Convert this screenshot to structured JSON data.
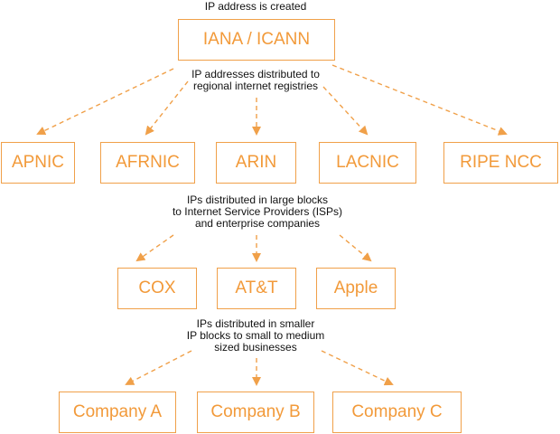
{
  "notes": {
    "created": "IP address is created",
    "rir": [
      "IP addresses distributed to",
      "regional internet registries"
    ],
    "isp": [
      "IPs distributed in large blocks",
      "to Internet Service Providers (ISPs)",
      "and enterprise companies"
    ],
    "small": [
      "IPs distributed in smaller",
      "IP blocks to small to medium",
      "sized businesses"
    ]
  },
  "nodes": {
    "root": "IANA / ICANN",
    "registries": [
      "APNIC",
      "AFRNIC",
      "ARIN",
      "LACNIC",
      "RIPE NCC"
    ],
    "providers": [
      "COX",
      "AT&T",
      "Apple"
    ],
    "companies": [
      "Company A",
      "Company B",
      "Company C"
    ]
  },
  "colors": {
    "accent": "#f29a3a",
    "border": "#f0a049",
    "arrow": "#f0a049",
    "text": "#111111"
  }
}
